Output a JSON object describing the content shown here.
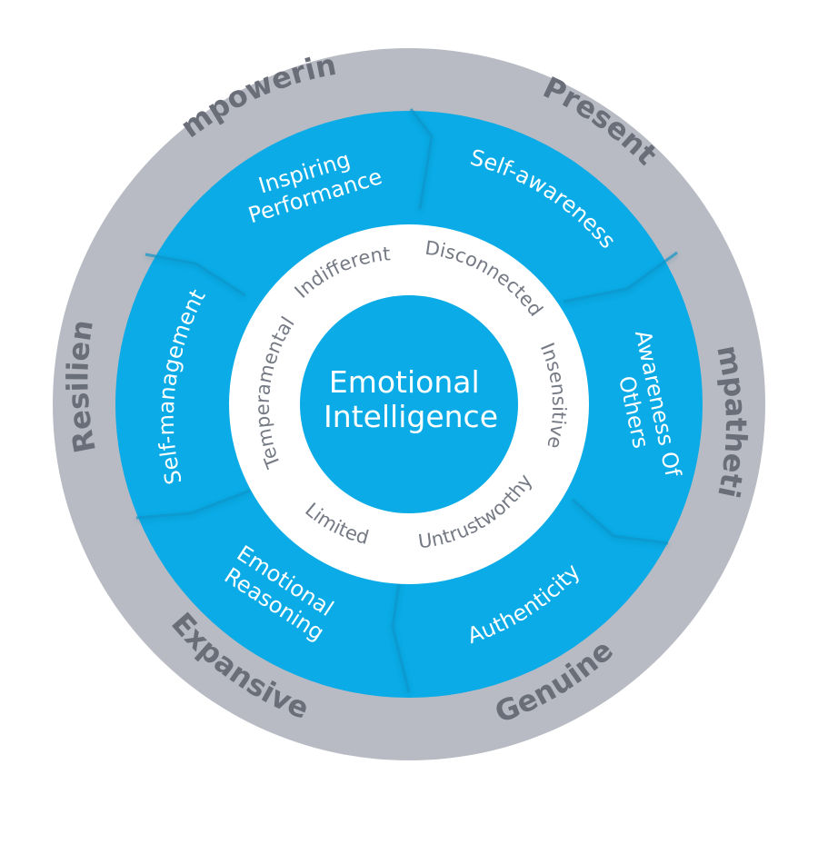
{
  "colors": {
    "outer_ring": "#b8bbc3",
    "outer_label": "#6a6e78",
    "blue": "#0aabe6",
    "white_ring": "#ffffff",
    "inner_label": "#757a84",
    "center": "#0aabe6",
    "center_text": "#ffffff"
  },
  "center": {
    "line1": "Emotional",
    "line2": "Intelligence"
  },
  "outer_ring": {
    "labels": [
      "Empowering",
      "Present",
      "Empathetic",
      "Genuine",
      "Expansive",
      "Resilient"
    ]
  },
  "segments": [
    {
      "lines": [
        "Inspiring",
        "Performance"
      ]
    },
    {
      "lines": [
        "Self-awareness"
      ]
    },
    {
      "lines": [
        "Awareness Of",
        "Others"
      ]
    },
    {
      "lines": [
        "Authenticity"
      ]
    },
    {
      "lines": [
        "Emotional",
        "Reasoning"
      ]
    },
    {
      "lines": [
        "Self-management"
      ]
    }
  ],
  "inner_ring": {
    "labels": [
      "Indifferent",
      "Disconnected",
      "Insensitive",
      "Untrustworthy",
      "Limited",
      "Temperamental"
    ]
  }
}
